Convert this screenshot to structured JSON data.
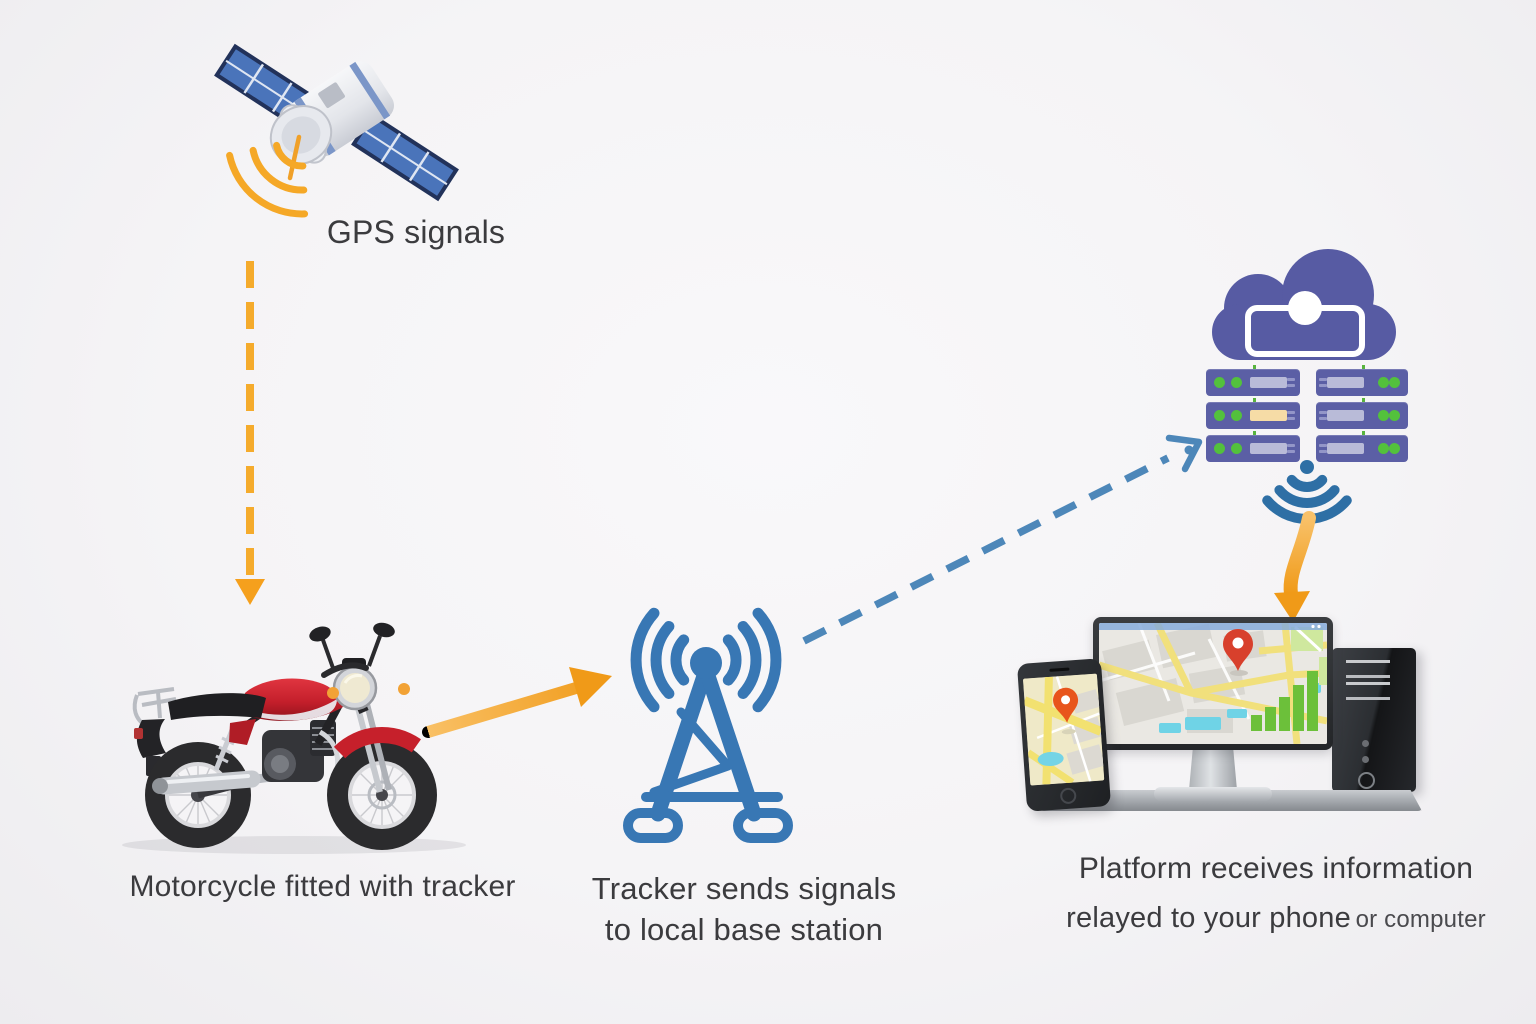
{
  "page": {
    "background": "#f5f4f6",
    "description": "GPS motorcycle tracking system diagram"
  },
  "labels": {
    "gps": "GPS signals",
    "motorcycle": "Motorcycle fitted with tracker",
    "tower_line1": "Tracker sends signals",
    "tower_line2": "to local base station",
    "platform_line1": "Platform receives information",
    "platform_line2": "relayed to your phone",
    "platform_line2_suffix": "or computer"
  },
  "icons": {
    "satellite": "satellite-icon",
    "gps_signal_waves": "signal-waves-icon",
    "motorcycle": "motorcycle-icon",
    "base_station": "cell-tower-icon",
    "tower_signal_waves": "radio-waves-icon",
    "cloud": "cloud-icon",
    "servers": "server-rack-icon",
    "wifi_down": "wifi-broadcast-icon",
    "location_pin": "location-pin-icon",
    "monitor": "desktop-monitor-icon",
    "phone": "smartphone-icon",
    "pc_tower": "pc-tower-icon"
  },
  "colors": {
    "accent_orange": "#f5a824",
    "link_blue": "#4d87b9",
    "tower_blue": "#3877b4",
    "cloud_purple": "#575ba3",
    "server_purple": "#5b5fa5",
    "led_green": "#53c13c",
    "pin_red": "#d8402c",
    "pin_orange": "#e8551c",
    "bars_green": "#6cc03a",
    "text": "#3b3b3e"
  },
  "connections": [
    {
      "id": "gps-to-motorcycle",
      "from": "satellite",
      "to": "motorcycle",
      "style": "dashed",
      "color": "#f5a824"
    },
    {
      "id": "motorcycle-to-tower",
      "from": "motorcycle",
      "to": "base_station",
      "style": "solid",
      "color": "#f5a824"
    },
    {
      "id": "tower-to-cloud",
      "from": "base_station",
      "to": "servers",
      "style": "dashed",
      "color": "#4d87b9"
    },
    {
      "id": "cloud-to-devices",
      "from": "servers",
      "to": "monitor",
      "style": "solid",
      "color": "#f5a824"
    }
  ]
}
